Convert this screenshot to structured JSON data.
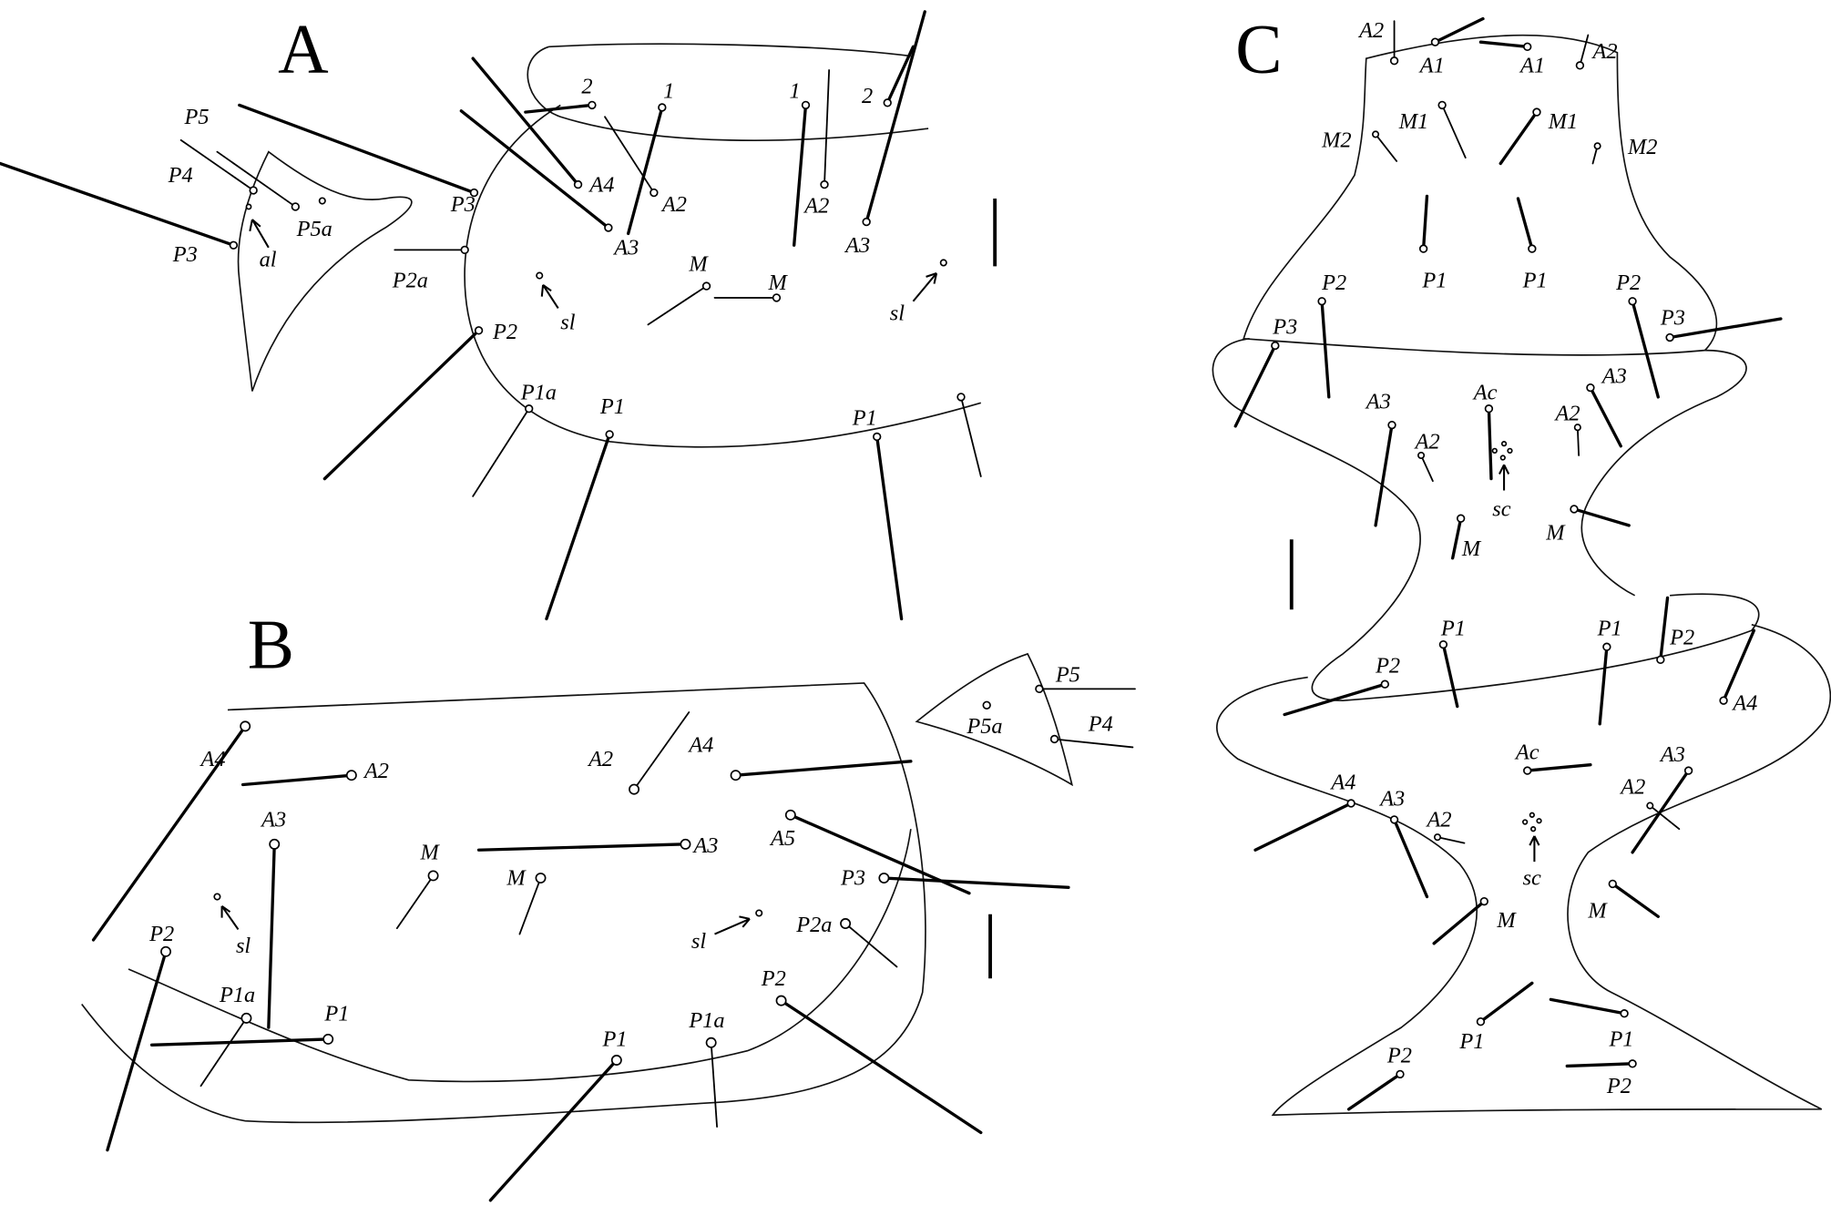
{
  "panels": {
    "A": {
      "title": "A",
      "labels": [
        "2",
        "1",
        "1",
        "2",
        "P5",
        "P4",
        "A4",
        "A2",
        "A2",
        "P3",
        "P5a",
        "al",
        "P3",
        "A3",
        "A3",
        "M",
        "M",
        "P2a",
        "sl",
        "sl",
        "P2",
        "P1a",
        "P1",
        "P1"
      ]
    },
    "B": {
      "title": "B",
      "labels": [
        "P5",
        "P5a",
        "P4",
        "A4",
        "A2",
        "A2",
        "A4",
        "A3",
        "M",
        "A3",
        "A5",
        "M",
        "P3",
        "P2a",
        "sl",
        "sl",
        "P2",
        "P1a",
        "P1",
        "P2",
        "P1a",
        "P1"
      ]
    },
    "C": {
      "title": "C",
      "labels": [
        "A2",
        "A1",
        "A1",
        "A2",
        "M1",
        "M1",
        "M2",
        "M2",
        "P1",
        "P1",
        "P2",
        "P2",
        "P3",
        "P3",
        "Ac",
        "A3",
        "A3",
        "A2",
        "A2",
        "sc",
        "M",
        "M",
        "P1",
        "P1",
        "P2",
        "P2",
        "A4",
        "Ac",
        "A3",
        "A4",
        "A3",
        "A2",
        "A2",
        "sc",
        "M",
        "M",
        "P1",
        "P1",
        "P2",
        "P2"
      ]
    }
  }
}
